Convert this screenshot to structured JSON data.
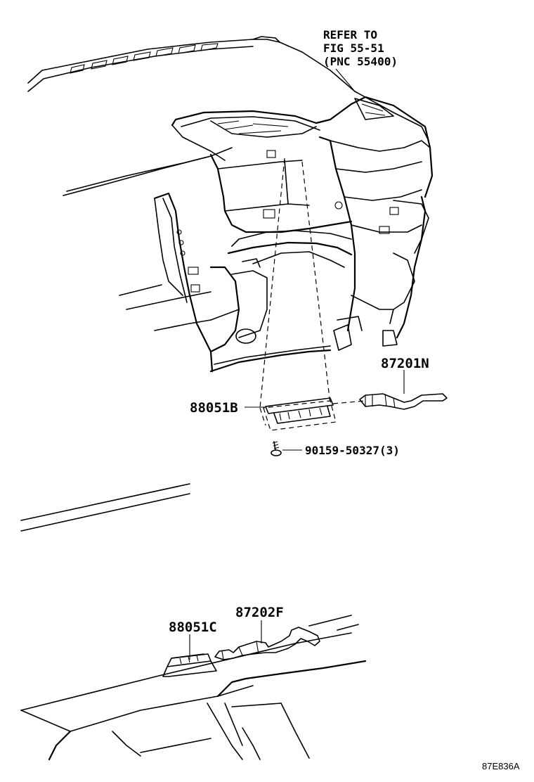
{
  "refer_note": {
    "line1": "REFER TO",
    "line2": "FIG 55-51",
    "line3": "(PNC 55400)"
  },
  "callouts": {
    "front_sensor_connector": "87201N",
    "front_sensor": "88051B",
    "screw": "90159-50327(3)",
    "rear_sensor": "88051C",
    "rear_sensor_connector": "87202F"
  },
  "figure_code": "87E836A"
}
